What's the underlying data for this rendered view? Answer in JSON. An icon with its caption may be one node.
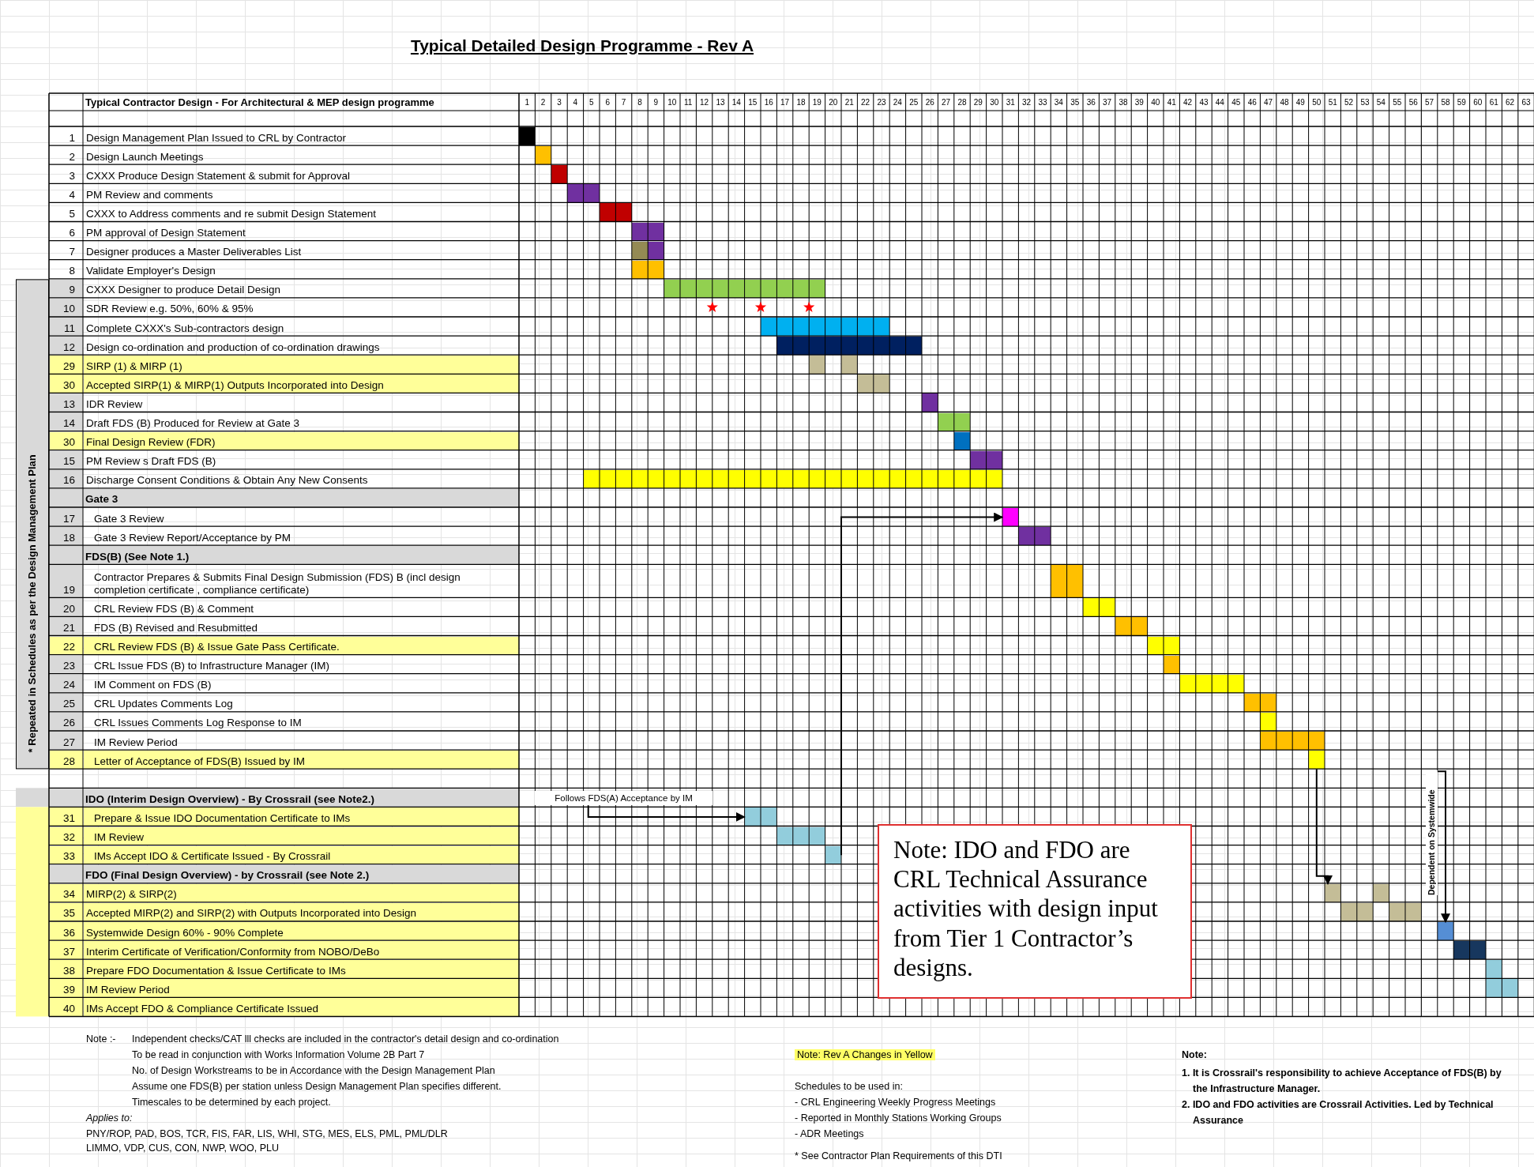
{
  "diagram": {
    "title": "Typical Detailed Design Programme - Rev A",
    "nodes": [
      {
        "text": [],
        "shape": "bar"
      },
      {
        "text": [],
        "shape": "bar"
      },
      {
        "text": [],
        "shape": "bar"
      },
      {
        "text": [],
        "shape": "bar"
      },
      {
        "text": [],
        "shape": "bar"
      },
      {
        "text": [],
        "shape": "bar"
      },
      {
        "text": [],
        "shape": "bar"
      },
      {
        "text": [],
        "shape": "bar"
      },
      {
        "text": [],
        "shape": "bar"
      },
      {
        "text": [],
        "shape": "bar"
      },
      {
        "text": [],
        "shape": "bar"
      },
      {
        "text": [],
        "shape": "bar"
      },
      {
        "text": [],
        "shape": "bar"
      },
      {
        "text": [],
        "shape": "bar"
      },
      {
        "text": [],
        "shape": "bar"
      },
      {
        "text": [],
        "shape": "bar"
      },
      {
        "text": [],
        "shape": "bar"
      },
      {
        "text": [],
        "shape": "bar"
      },
      {
        "text": [],
        "shape": "bar"
      },
      {
        "text": [],
        "shape": "bar"
      },
      {
        "text": [],
        "shape": "bar"
      },
      {
        "text": [],
        "shape": "bar"
      },
      {
        "text": [],
        "shape": "bar"
      },
      {
        "text": [],
        "shape": "bar"
      },
      {
        "text": [],
        "shape": "bar"
      },
      {
        "text": [],
        "shape": "bar"
      },
      {
        "text": [],
        "shape": "bar"
      },
      {
        "text": [],
        "shape": "bar"
      },
      {
        "text": [],
        "shape": "bar"
      },
      {
        "text": [],
        "shape": "bar"
      },
      {
        "text": [],
        "shape": "bar"
      },
      {
        "text": [],
        "shape": "bar"
      },
      {
        "text": [
          "Follows FDS(A) Acceptance by IM"
        ]
      },
      {
        "text": [
          "Dependent on Systemwide"
        ]
      },
      {
        "text": [],
        "shape": "bar"
      },
      {
        "text": [],
        "shape": "bar"
      },
      {
        "text": [],
        "shape": "bar"
      },
      {
        "text": [
          "Note: IDO and FDO are CRL Technical Assurance activities with design input from Tier 1 Contractor’s designs."
        ]
      },
      {
        "text": [],
        "shape": "bar"
      },
      {
        "text": [],
        "shape": "bar"
      },
      {
        "text": [],
        "shape": "bar"
      },
      {
        "text": [],
        "shape": "bar"
      },
      {
        "text": [],
        "shape": "bar"
      },
      {
        "text": [],
        "shape": "bar"
      },
      {
        "text": [],
        "shape": "bar"
      },
      {
        "text": [],
        "shape": "bar"
      }
    ],
    "edges": [
      {
        "from": 32,
        "to": 34,
        "arrow": "to"
      },
      {
        "from": 36,
        "to": 20,
        "arrow": "to"
      },
      {
        "from": 31,
        "to": 38,
        "arrow": "to"
      },
      {
        "from": 33,
        "to": 42,
        "arrow": "to"
      }
    ],
    "labels": [
      "Typical Contractor Design - For Architectural & MEP design programme",
      "1",
      "2",
      "3",
      "4",
      "5",
      "6",
      "7",
      "8",
      "9",
      "10",
      "11",
      "12",
      "13",
      "14",
      "15",
      "16",
      "17",
      "18",
      "19",
      "20",
      "21",
      "22",
      "23",
      "24",
      "25",
      "26",
      "27",
      "28",
      "29",
      "30",
      "31",
      "32",
      "33",
      "34",
      "35",
      "36",
      "37",
      "38",
      "39",
      "40",
      "41",
      "42",
      "43",
      "44",
      "45",
      "46",
      "47",
      "48",
      "49",
      "50",
      "51",
      "52",
      "53",
      "54",
      "55",
      "56",
      "57",
      "58",
      "59",
      "60",
      "61",
      "62",
      "63",
      "1",
      "Design Management Plan Issued to CRL by Contractor",
      "2",
      "Design Launch Meetings",
      "3",
      "CXXX Produce Design Statement  & submit for Approval",
      "4",
      "PM Review and comments",
      "5",
      "CXXX to Address comments and re submit Design Statement",
      "6",
      "PM approval of Design Statement",
      "7",
      "Designer produces a Master Deliverables List",
      "8",
      "Validate Employer's Design",
      "9",
      "CXXX Designer to produce Detail Design",
      "10",
      "SDR Review  e.g. 50%, 60% & 95%",
      "11",
      "Complete CXXX's Sub-contractors design",
      "12",
      "Design co-ordination and production of co-ordination drawings",
      "29",
      "SIRP (1) & MIRP (1)",
      "30",
      "Accepted SIRP(1) & MIRP(1) Outputs Incorporated into Design",
      "13",
      "IDR Review",
      "14",
      "Draft FDS (B) Produced  for Review at Gate 3",
      "30",
      "Final Design Review (FDR)",
      "15",
      "PM Review s Draft FDS (B)",
      "16",
      "Discharge Consent Conditions & Obtain Any New Consents",
      "Gate 3",
      "17",
      "Gate 3 Review",
      "18",
      "Gate 3 Review Report/Acceptance by PM",
      "FDS(B) (See Note 1.)",
      "19",
      "Contractor Prepares & Submits Final Design Submission (FDS) B (incl design completion certificate , compliance certificate)",
      "20",
      "CRL Review FDS (B) & Comment",
      "21",
      "FDS (B) Revised and Resubmitted",
      "22",
      "CRL Review FDS (B) & Issue Gate Pass Certificate.",
      "23",
      "CRL Issue FDS (B) to Infrastructure Manager (IM)",
      "24",
      "IM Comment on FDS (B)",
      "25",
      "CRL Updates Comments Log",
      "26",
      "CRL Issues Comments Log Response to IM",
      "27",
      "IM Review Period",
      "28",
      "Letter of Acceptance of FDS(B) Issued by IM",
      "IDO (Interim Design Overview)  - By Crossrail  (see Note2.)",
      "31",
      "Prepare & Issue IDO Documentation Certificate to IMs",
      "32",
      "IM Review",
      "33",
      "IMs Accept IDO & Certificate Issued  - By Crossrail",
      "FDO (Final Design Overview) - by Crossrail (see Note 2.)",
      "34",
      "MIRP(2) & SIRP(2)",
      "35",
      "Accepted MIRP(2) and SIRP(2) with Outputs Incorporated into Design",
      "36",
      "Systemwide Design  60% - 90% Complete",
      "37",
      "Interim Certificate of Verification/Conformity from NOBO/DeBo",
      "38",
      "Prepare FDO Documentation & Issue Certificate to IMs",
      "39",
      "IM Review Period",
      "40",
      "IMs Accept FDO & Compliance Certificate Issued",
      "* Repeated in Schedules as per the Design Management Plan",
      "Note :-",
      "Independent checks/CAT lll checks are included in the contractor's detail design and co-ordination",
      "To be read in conjunction with Works Information Volume 2B Part 7",
      "No. of Design Workstreams to be in Accordance with the Design Management Plan",
      "Assume one FDS(B) per station unless Design Management Plan specifies different.",
      "Timescales to be determined by each project.",
      "Applies to:",
      "PNY/ROP, PAD, BOS, TCR, FIS, FAR, LIS, WHI, STG, MES, ELS, PML, PML/DLR",
      "LIMMO, VDP, CUS, CON, NWP, WOO, PLU",
      "Note:  Rev A Changes in Yellow",
      "Schedules to be used in:",
      "- CRL Engineering Weekly Progress Meetings",
      "- Reported in Monthly Stations Working Groups",
      "- ADR Meetings",
      "* See Contractor Plan Requirements of this DTI",
      "Note:",
      "1. It is Crossrail's responsibility to achieve Acceptance of FDS(B) by the Infrastructure Manager.",
      "2. IDO and FDO activities are Crossrail Activities. Led by Technical Assurance"
    ]
  }
}
